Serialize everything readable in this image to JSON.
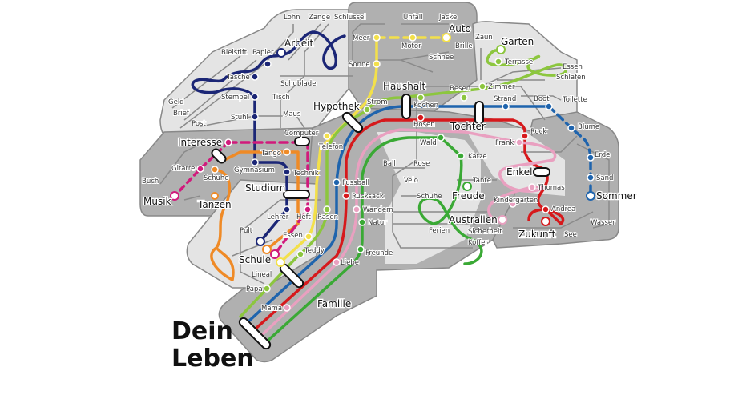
{
  "title": {
    "line1": "Dein",
    "line2": "Leben"
  },
  "colors": {
    "yellow": "#f3e04a",
    "lightgreen": "#8cc63e",
    "blue": "#1f64ad",
    "red": "#d6191c",
    "pink": "#e9a0c0",
    "green": "#3aa935",
    "navy": "#1b2676",
    "orange": "#ef8a26",
    "magenta": "#d11a7c",
    "dark": "#b0b0b0",
    "light": "#e4e4e4"
  },
  "hubs": {
    "arbeit": "Arbeit",
    "auto": "Auto",
    "garten": "Garten",
    "haushalt": "Haushalt",
    "hypothek": "Hypothek",
    "tochter": "Tochter",
    "interesse": "Interesse",
    "musik": "Musik",
    "tanzen": "Tanzen",
    "studium": "Studium",
    "schule": "Schule",
    "familie": "Familie",
    "freude": "Freude",
    "australien": "Australien",
    "enkel": "Enkel",
    "zukunft": "Zukunft",
    "sommer": "Sommer"
  },
  "stations": {
    "lohn": "Lohn",
    "zange": "Zange",
    "schluessel": "Schlüssel",
    "unfall": "Unfall",
    "jacke": "Jacke",
    "meer": "Meer",
    "motor": "Motor",
    "brille": "Brille",
    "schnee": "Schnee",
    "sonne": "Sonne",
    "bleistift": "Bleistift",
    "papier": "Papier",
    "tasche": "Tasche",
    "schublade": "Schublade",
    "tisch": "Tisch",
    "stempel": "Stempel",
    "geld": "Geld",
    "brief": "Brief",
    "post": "Post",
    "stuhl": "Stuhl",
    "maus": "Maus",
    "computer": "Computer",
    "strom": "Strom",
    "kochen": "Kochen",
    "hosen": "Hosen",
    "besen": "Besen",
    "zimmer": "Zimmer",
    "zaun": "Zaun",
    "terrasse": "Terrasse",
    "essen_r": "Essen",
    "schlafen": "Schlafen",
    "strand": "Strand",
    "boot": "Boot",
    "toilette": "Toilette",
    "rock": "Rock",
    "frank": "Frank",
    "blume": "Blume",
    "erde": "Erde",
    "sand": "Sand",
    "wasser": "Wasser",
    "thomas": "Thomas",
    "kindergarten": "Kindergarten",
    "andrea": "Andrea",
    "see": "See",
    "sicherheit": "Sicherheit",
    "koffer": "Koffer",
    "ferien": "Ferien",
    "tante": "Tante",
    "katze": "Katze",
    "wald": "Wald",
    "ball": "Ball",
    "rose": "Rose",
    "velo": "Velo",
    "schuhe_c": "Schuhe",
    "telefon": "Telefon",
    "tango": "Tango",
    "gitarre": "Gitarre",
    "schuhe_l": "Schuhe",
    "buch": "Buch",
    "gymnasium": "Gymnasium",
    "technik": "Technik",
    "fussball": "Fussball",
    "rucksack": "Rucksack",
    "wandern": "Wandern",
    "natur": "Natur",
    "lehrer": "Lehrer",
    "heft": "Heft",
    "rasen": "Rasen",
    "pult": "Pult",
    "essen_l": "Essen",
    "teddy": "Teddy",
    "freunde": "Freunde",
    "liebe": "Liebe",
    "lineal": "Lineal",
    "papa": "Papa",
    "mama": "Mama"
  }
}
